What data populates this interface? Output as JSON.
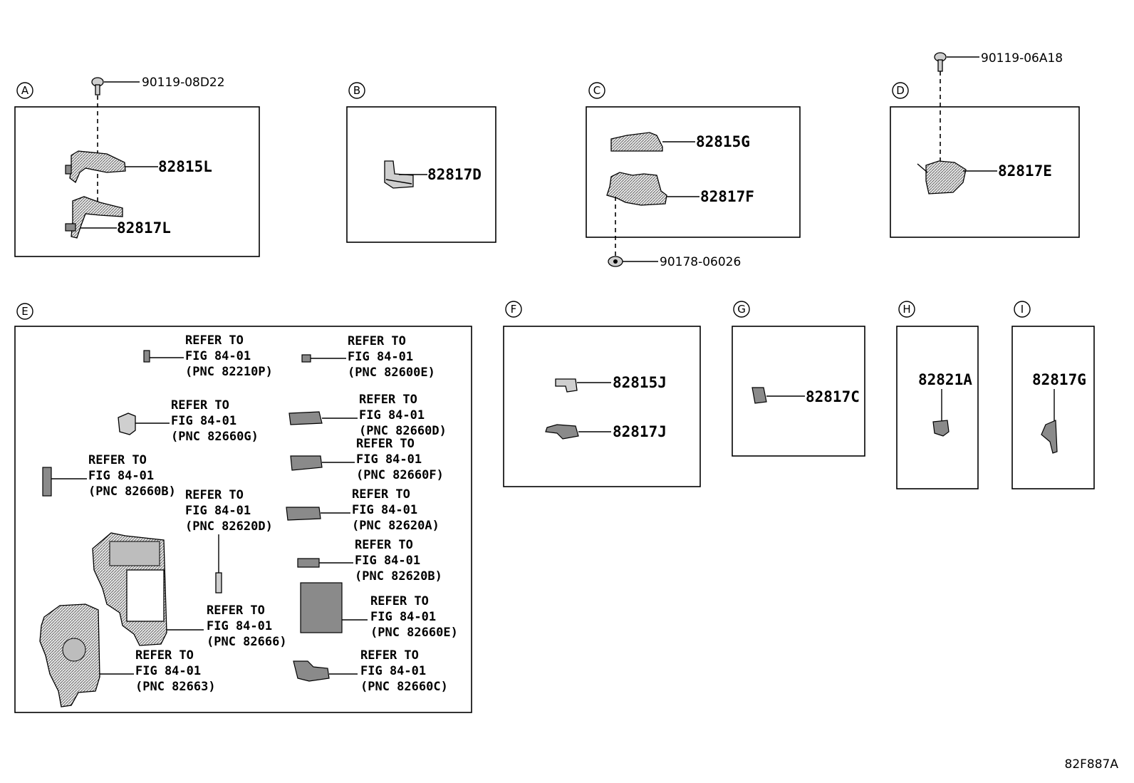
{
  "diagram_code": "82F887A",
  "sections": {
    "A": {
      "label": "A",
      "fastener": "90119-08D22",
      "parts": [
        "82815L",
        "82817L"
      ]
    },
    "B": {
      "label": "B",
      "parts": [
        "82817D"
      ]
    },
    "C": {
      "label": "C",
      "parts": [
        "82815G",
        "82817F"
      ],
      "fastener": "90178-06026"
    },
    "D": {
      "label": "D",
      "fastener": "90119-06A18",
      "parts": [
        "82817E"
      ]
    },
    "E": {
      "label": "E"
    },
    "F": {
      "label": "F",
      "parts": [
        "82815J",
        "82817J"
      ]
    },
    "G": {
      "label": "G",
      "parts": [
        "82817C"
      ]
    },
    "H": {
      "label": "H",
      "parts": [
        "82821A"
      ]
    },
    "I": {
      "label": "I",
      "parts": [
        "82817G"
      ]
    }
  },
  "references": [
    {
      "l1": "REFER TO",
      "l2": "FIG 84-01",
      "l3": "(PNC 82210P)"
    },
    {
      "l1": "REFER TO",
      "l2": "FIG 84-01",
      "l3": "(PNC 82600E)"
    },
    {
      "l1": "REFER TO",
      "l2": "FIG 84-01",
      "l3": "(PNC 82660G)"
    },
    {
      "l1": "REFER TO",
      "l2": "FIG 84-01",
      "l3": "(PNC 82660D)"
    },
    {
      "l1": "REFER TO",
      "l2": "FIG 84-01",
      "l3": "(PNC 82660F)"
    },
    {
      "l1": "REFER TO",
      "l2": "FIG 84-01",
      "l3": "(PNC 82660B)"
    },
    {
      "l1": "REFER TO",
      "l2": "FIG 84-01",
      "l3": "(PNC 82620D)"
    },
    {
      "l1": "REFER TO",
      "l2": "FIG 84-01",
      "l3": "(PNC 82620A)"
    },
    {
      "l1": "REFER TO",
      "l2": "FIG 84-01",
      "l3": "(PNC 82620B)"
    },
    {
      "l1": "REFER TO",
      "l2": "FIG 84-01",
      "l3": "(PNC 82666)"
    },
    {
      "l1": "REFER TO",
      "l2": "FIG 84-01",
      "l3": "(PNC 82660E)"
    },
    {
      "l1": "REFER TO",
      "l2": "FIG 84-01",
      "l3": "(PNC 82663)"
    },
    {
      "l1": "REFER TO",
      "l2": "FIG 84-01",
      "l3": "(PNC 82660C)"
    }
  ]
}
